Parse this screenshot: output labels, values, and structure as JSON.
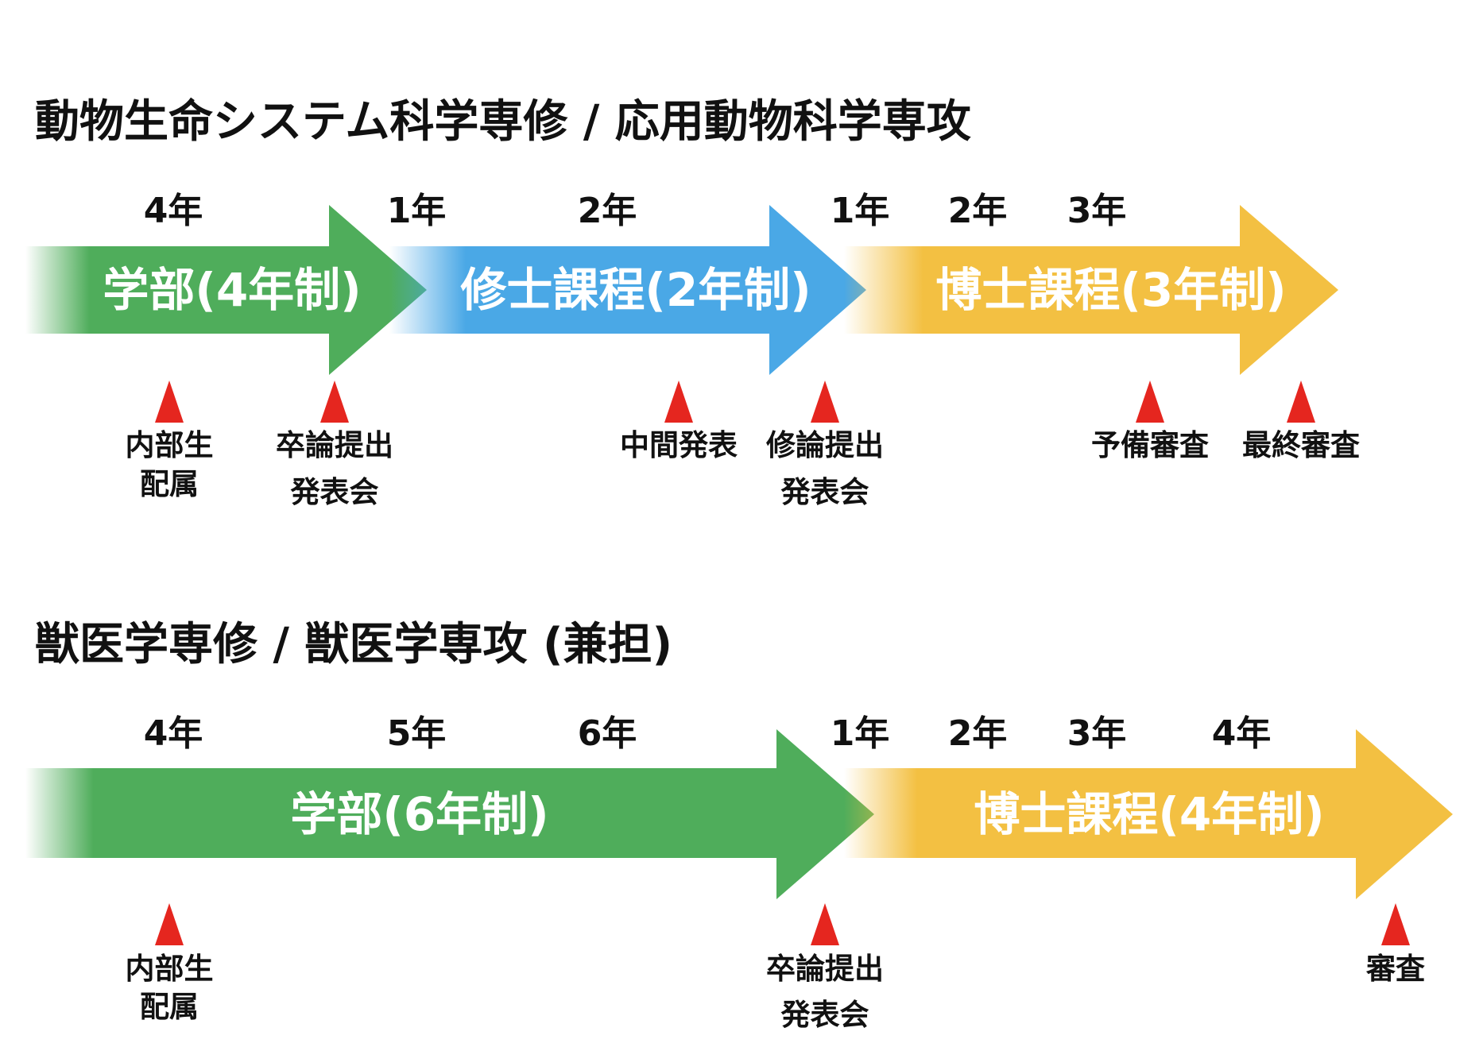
{
  "colors": {
    "undergrad": "#4fad5b",
    "master": "#4aa8e6",
    "doctor": "#f3c042",
    "marker": "#e5261f"
  },
  "sections": [
    {
      "title": "動物生命システム科学専修 / 応用動物科学専攻",
      "arrows": [
        {
          "label": "学部(4年制)",
          "color": "#4fad5b"
        },
        {
          "label": "修士課程(2年制)",
          "color": "#4aa8e6"
        },
        {
          "label": "博士課程(3年制)",
          "color": "#f3c042"
        }
      ],
      "years": [
        "4年",
        "1年",
        "2年",
        "1年",
        "2年",
        "3年"
      ],
      "milestones": [
        {
          "lines": [
            "内部生",
            "配属"
          ]
        },
        {
          "lines": [
            "卒論提出",
            "発表会"
          ]
        },
        {
          "lines": [
            "中間発表"
          ]
        },
        {
          "lines": [
            "修論提出",
            "発表会"
          ]
        },
        {
          "lines": [
            "予備審査"
          ]
        },
        {
          "lines": [
            "最終審査"
          ]
        }
      ]
    },
    {
      "title": "獣医学専修 / 獣医学専攻 (兼担)",
      "arrows": [
        {
          "label": "学部(6年制)",
          "color": "#4fad5b"
        },
        {
          "label": "博士課程(4年制)",
          "color": "#f3c042"
        }
      ],
      "years": [
        "4年",
        "5年",
        "6年",
        "1年",
        "2年",
        "3年",
        "4年"
      ],
      "milestones": [
        {
          "lines": [
            "内部生",
            "配属"
          ]
        },
        {
          "lines": [
            "卒論提出",
            "発表会"
          ]
        },
        {
          "lines": [
            "審査"
          ]
        }
      ]
    }
  ]
}
